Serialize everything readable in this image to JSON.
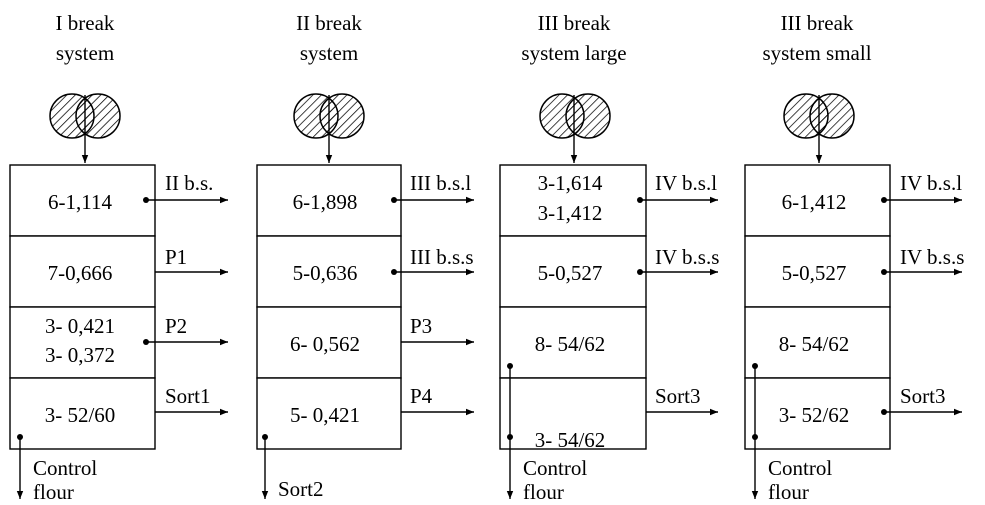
{
  "systems": [
    {
      "title_line1": "I break",
      "title_line2": "system",
      "cells": [
        {
          "lines": [
            "6-1,114"
          ],
          "out": "II b.s."
        },
        {
          "lines": [
            "7-0,666"
          ],
          "out": "P1"
        },
        {
          "lines": [
            "3- 0,421",
            "3- 0,372"
          ],
          "out": "P2"
        },
        {
          "lines": [
            "3- 52/60"
          ],
          "out": "Sort1"
        }
      ],
      "bottom_line1": "Control",
      "bottom_line2": "flour"
    },
    {
      "title_line1": "II break",
      "title_line2": "system",
      "cells": [
        {
          "lines": [
            "6-1,898"
          ],
          "out": "III b.s.l"
        },
        {
          "lines": [
            "5-0,636"
          ],
          "out": "III b.s.s"
        },
        {
          "lines": [
            "6- 0,562"
          ],
          "out": "P3"
        },
        {
          "lines": [
            "5- 0,421"
          ],
          "out": "P4"
        }
      ],
      "bottom_line1": "Sort2",
      "bottom_line2": ""
    },
    {
      "title_line1": "III break",
      "title_line2": "system large",
      "cells": [
        {
          "lines": [
            "3-1,614",
            "3-1,412"
          ],
          "out": "IV b.s.l"
        },
        {
          "lines": [
            "5-0,527"
          ],
          "out": "IV b.s.s"
        },
        {
          "lines": [
            "8- 54/62"
          ],
          "out": ""
        },
        {
          "lines": [
            "3- 54/62"
          ],
          "out": "Sort3"
        }
      ],
      "bottom_line1": "Control",
      "bottom_line2": "flour"
    },
    {
      "title_line1": "III break",
      "title_line2": "system small",
      "cells": [
        {
          "lines": [
            "6-1,412"
          ],
          "out": "IV b.s.l"
        },
        {
          "lines": [
            "5-0,527"
          ],
          "out": "IV b.s.s"
        },
        {
          "lines": [
            "8- 54/62"
          ],
          "out": ""
        },
        {
          "lines": [
            "3- 52/62"
          ],
          "out": "Sort3"
        }
      ],
      "bottom_line1": "Control",
      "bottom_line2": "flour"
    }
  ]
}
